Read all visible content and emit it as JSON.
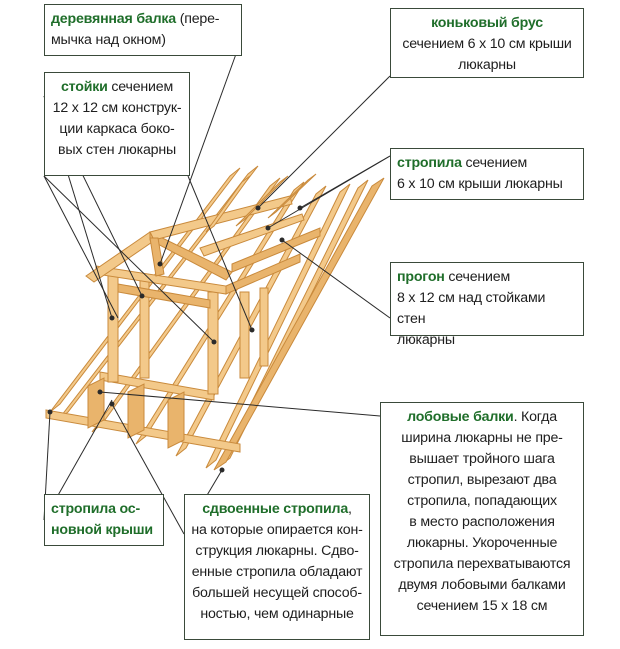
{
  "colors": {
    "term_green": "#1f6e2a",
    "box_border": "#3a4a3a",
    "wood_light": "#f3c98a",
    "wood_dark": "#c98a3c",
    "leader": "#2b2b2b"
  },
  "callouts": {
    "wooden_beam": {
      "term": "деревянная балка",
      "text_1": " (пере-",
      "text_2": "мычка над окном)"
    },
    "studs": {
      "term": "стойки",
      "text_1": " сечением",
      "text_2": "12 х 12 см конструк-",
      "text_3": "ции каркаса боко-",
      "text_4": "вых стен люкарны"
    },
    "ridge_beam": {
      "term": "коньковый брус",
      "text_1": "сечением 6 х 10 см крыши",
      "text_2": "люкарны"
    },
    "dormer_rafters": {
      "term": "стропила",
      "text_1": " сечением",
      "text_2": "6 х 10 см крыши люкарны"
    },
    "purlin": {
      "term": "прогон",
      "text_1": " сечением",
      "text_2": "8 х 12 см над стойками стен",
      "text_3": "люкарны"
    },
    "header_beams": {
      "term": "лобовые балки",
      "text_1": ". Когда",
      "text_2": "ширина люкарны не пре-",
      "text_3": "вышает тройного шага",
      "text_4": "стропил, вырезают два",
      "text_5": "стропила, попадающих",
      "text_6": "в место расположения",
      "text_7": "люкарны. Укороченные",
      "text_8": "стропила перехватываются",
      "text_9": "двумя лобовыми балками",
      "text_10": "сечением 15 х 18 см"
    },
    "main_rafters": {
      "term_1": "стропила ос-",
      "term_2": "новной крыши"
    },
    "double_rafters": {
      "term": "сдвоенные стропила",
      "text_1": ",",
      "text_2": "на которые опирается кон-",
      "text_3": "струкция люкарны. Сдво-",
      "text_4": "енные стропила обладают",
      "text_5": "большей несущей способ-",
      "text_6": "ностью, чем одинарные"
    }
  }
}
